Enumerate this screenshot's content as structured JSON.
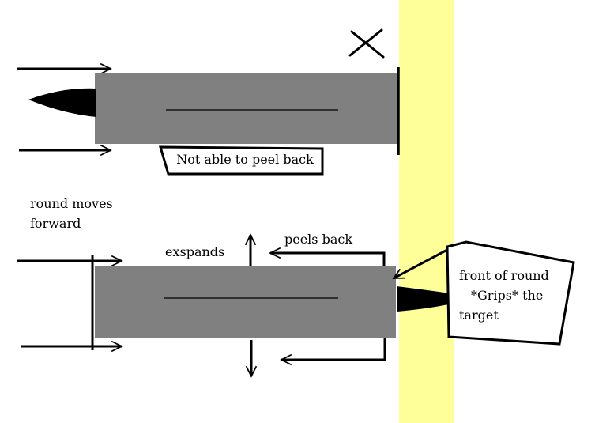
{
  "colors": {
    "background": "#ffffff",
    "target": "#ffff99",
    "round_body": "#808080",
    "ink": "#000000"
  },
  "top_panel": {
    "label": "Not able to peel back",
    "icons": [
      "x-mark-icon",
      "arrow-right-icon",
      "arrow-right-icon"
    ]
  },
  "bottom_panel": {
    "motion_label": "round moves forward",
    "motion_label_lines": [
      "round moves",
      "forward"
    ],
    "expands_label": "exspands",
    "peels_label": "peels back",
    "grip_label": "front of round *Grips* the target",
    "grip_label_lines": [
      "front of round",
      "*Grips* the",
      "target"
    ],
    "icons": [
      "arrow-up-icon",
      "arrow-down-icon",
      "arrow-left-icon",
      "arrow-right-icon"
    ]
  }
}
